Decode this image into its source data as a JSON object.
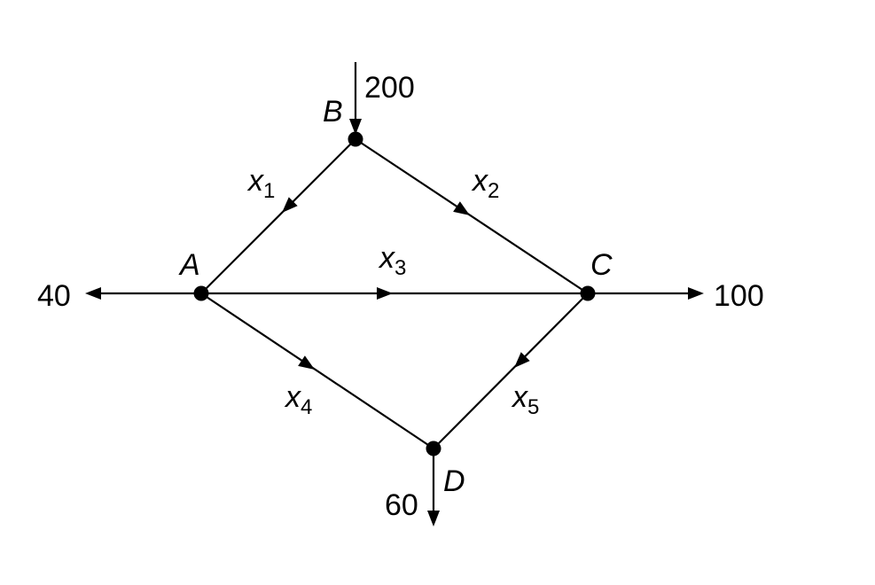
{
  "nodes": {
    "A": "A",
    "B": "B",
    "C": "C",
    "D": "D"
  },
  "edges": {
    "x1": {
      "var": "x",
      "sub": "1",
      "from": "B",
      "to": "A"
    },
    "x2": {
      "var": "x",
      "sub": "2",
      "from": "B",
      "to": "C"
    },
    "x3": {
      "var": "x",
      "sub": "3",
      "from": "A",
      "to": "C"
    },
    "x4": {
      "var": "x",
      "sub": "4",
      "from": "A",
      "to": "D"
    },
    "x5": {
      "var": "x",
      "sub": "5",
      "from": "C",
      "to": "D"
    }
  },
  "external_flows": {
    "into_B": "200",
    "out_of_A": "40",
    "out_of_C": "100",
    "out_of_D": "60"
  }
}
